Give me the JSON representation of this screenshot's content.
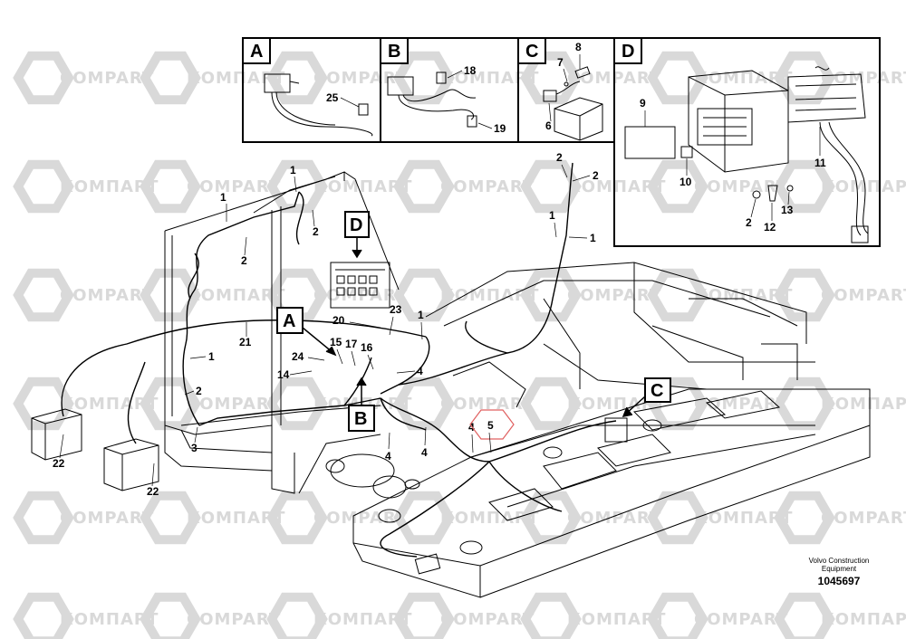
{
  "watermark": {
    "text_cyrillic": "КОМПАРТ",
    "text_latin": "COMPART"
  },
  "detail_views": {
    "A": {
      "label": "A",
      "callouts": [
        "25"
      ]
    },
    "B": {
      "label": "B",
      "callouts": [
        "18",
        "19"
      ]
    },
    "C": {
      "label": "C",
      "callouts": [
        "8",
        "7",
        "6"
      ]
    },
    "D": {
      "label": "D",
      "callouts": [
        "9",
        "10",
        "11",
        "2",
        "12",
        "13"
      ]
    }
  },
  "main_view": {
    "view_flags": [
      "D",
      "A",
      "B",
      "C"
    ],
    "callouts": [
      "1",
      "2",
      "1",
      "2",
      "1",
      "2",
      "2",
      "1",
      "23",
      "1",
      "20",
      "15",
      "17",
      "16",
      "24",
      "14",
      "4",
      "21",
      "1",
      "2",
      "3",
      "22",
      "22",
      "4",
      "4",
      "4",
      "5"
    ]
  },
  "footer": {
    "brand_line1": "Volvo Construction",
    "brand_line2": "Equipment",
    "document_number": "1045697"
  },
  "colors": {
    "ink": "#000000",
    "watermark": "#d9d9d9",
    "highlight_hexagon": "#e06060"
  }
}
